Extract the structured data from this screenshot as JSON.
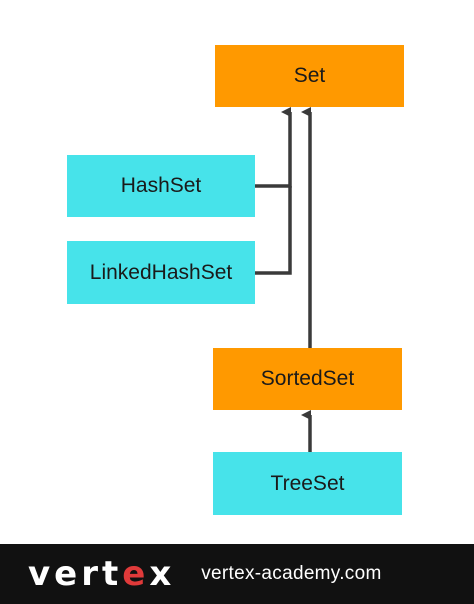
{
  "diagram": {
    "nodes": {
      "set": "Set",
      "hashset": "HashSet",
      "linkedhashset": "LinkedHashSet",
      "sortedset": "SortedSet",
      "treeset": "TreeSet"
    },
    "colors": {
      "interface": "#ff9900",
      "implementation": "#47e3ea",
      "arrow": "#3a3a3a"
    }
  },
  "footer": {
    "brand_pre": "vert",
    "brand_accent": "e",
    "brand_post": "x",
    "site": "vertex-academy.com",
    "background": "#111111",
    "accent_color": "#e03a3a"
  }
}
